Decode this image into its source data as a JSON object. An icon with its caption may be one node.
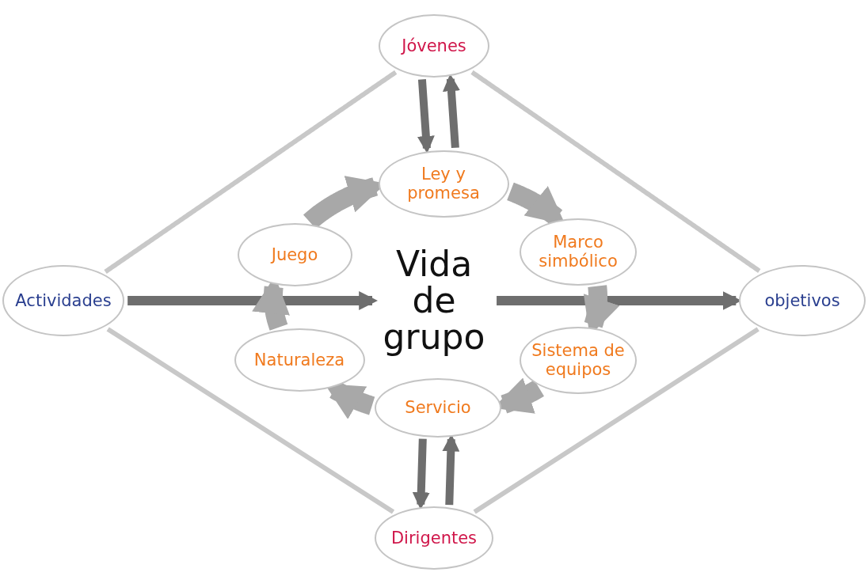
{
  "diagram": {
    "nodes": [
      {
        "text": [
          "Jóvenes"
        ]
      },
      {
        "text": [
          "Actividades"
        ]
      },
      {
        "text": [
          "objetivos"
        ]
      },
      {
        "text": [
          "Dirigentes"
        ]
      },
      {
        "text": [
          "Vida de grupo"
        ]
      },
      {
        "text": [
          "Ley y promesa"
        ]
      },
      {
        "text": [
          "Marco simbólico"
        ]
      },
      {
        "text": [
          "Sistema de equipos"
        ]
      },
      {
        "text": [
          "Servicio"
        ]
      },
      {
        "text": [
          "Naturaleza"
        ]
      },
      {
        "text": [
          "Juego"
        ]
      }
    ],
    "edges": [
      {
        "from": 0,
        "to": 1,
        "arrow": "none",
        "color": "#c8c8c8"
      },
      {
        "from": 0,
        "to": 2,
        "arrow": "none",
        "color": "#c8c8c8"
      },
      {
        "from": 1,
        "to": 3,
        "arrow": "none",
        "color": "#c8c8c8"
      },
      {
        "from": 2,
        "to": 3,
        "arrow": "none",
        "color": "#c8c8c8"
      },
      {
        "from": 0,
        "to": 5,
        "arrow": "to",
        "color": "#6e6e6e"
      },
      {
        "from": 5,
        "to": 0,
        "arrow": "to",
        "color": "#6e6e6e"
      },
      {
        "from": 8,
        "to": 3,
        "arrow": "to",
        "color": "#6e6e6e"
      },
      {
        "from": 3,
        "to": 8,
        "arrow": "to",
        "color": "#6e6e6e"
      },
      {
        "from": 1,
        "to": 4,
        "arrow": "to",
        "color": "#6e6e6e"
      },
      {
        "from": 4,
        "to": 2,
        "arrow": "to",
        "color": "#6e6e6e"
      },
      {
        "from": 5,
        "to": 6,
        "arrow": "to",
        "style": "thick"
      },
      {
        "from": 6,
        "to": 7,
        "arrow": "to",
        "style": "thick"
      },
      {
        "from": 7,
        "to": 8,
        "arrow": "to",
        "style": "thick"
      },
      {
        "from": 8,
        "to": 9,
        "arrow": "to",
        "style": "thick"
      },
      {
        "from": 9,
        "to": 10,
        "arrow": "to",
        "style": "thick"
      },
      {
        "from": 10,
        "to": 5,
        "arrow": "to",
        "style": "thick"
      }
    ]
  }
}
